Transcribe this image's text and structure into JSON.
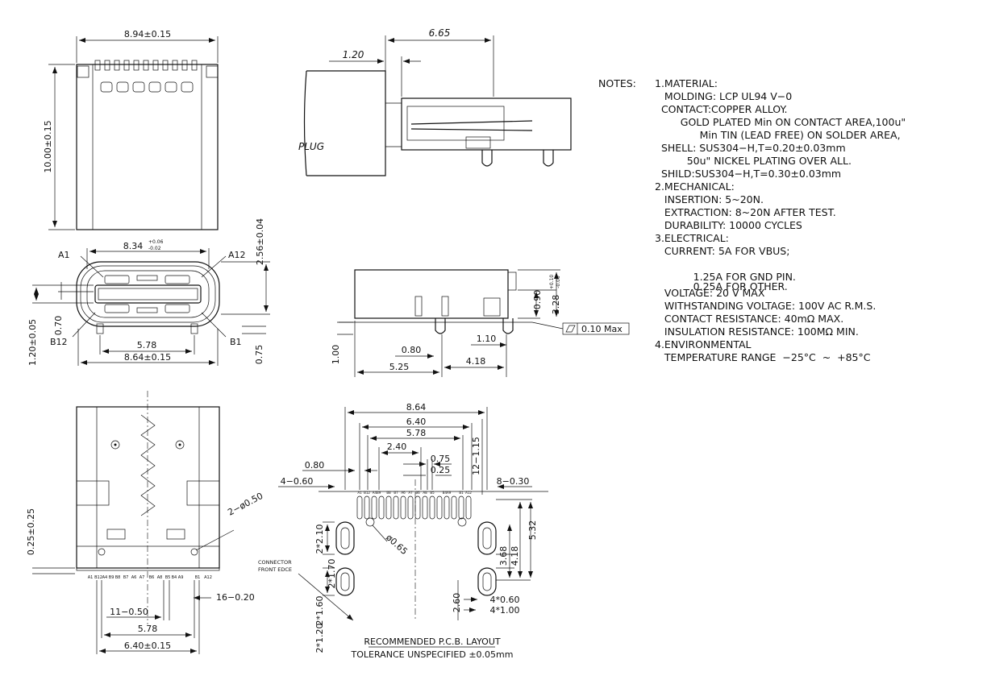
{
  "top_view": {
    "width_dim": "8.94±0.15",
    "height_dim": "10.00±0.15"
  },
  "side_view": {
    "dim_665": "6.65",
    "dim_120": "1.20",
    "plug_label": "PLUG"
  },
  "front_view": {
    "dim_width_tol": "8.34",
    "tol_plus": "+0.06",
    "tol_minus": "-0.02",
    "dim_height": "2.56±0.04",
    "label_a1": "A1",
    "label_a12": "A12",
    "label_b12": "B12",
    "label_b1": "B1",
    "dim_578": "5.78",
    "dim_864": "8.64±0.15",
    "dim_070": "0.70",
    "dim_120_005": "1.20±0.05",
    "dim_075": "0.75"
  },
  "side2_view": {
    "dim_090": "0.90",
    "dim_328": "3.28",
    "tol_plus": "+0.10",
    "tol_minus": "-0.05",
    "flatness": "0.10 Max",
    "dim_110": "1.10",
    "dim_080": "0.80",
    "dim_100": "1.00",
    "dim_525": "5.25",
    "dim_418": "4.18"
  },
  "bottom_view": {
    "dim_025": "0.25±0.25",
    "dim_2_050": "2−ø0.50",
    "dim_16_020": "16−0.20",
    "dim_11_050": "11−0.50",
    "dim_578": "5.78",
    "dim_640": "6.40±0.15",
    "pin_labels": [
      "A1",
      "B12",
      "A4 B9",
      "B8",
      "B7",
      "A6",
      "A7",
      "B6",
      "A8",
      "B5",
      "B4 A9",
      "B1",
      "A12"
    ]
  },
  "pcb_layout": {
    "dim_864": "8.64",
    "dim_640": "6.40",
    "dim_578": "5.78",
    "dim_240": "2.40",
    "dim_075": "0.75",
    "dim_025": "0.25",
    "dim_080": "0.80",
    "dim_4_060": "4−0.60",
    "dim_8_030": "8−0.30",
    "dim_12_115": "12−1.15",
    "dim_2_210": "2*2.10",
    "dim_2_170": "2*1.70",
    "dim_065": "ø0.65",
    "dim_368": "3.68",
    "dim_418": "4.18",
    "dim_532": "5.32",
    "connector_edge_1": "CONNECTOR",
    "connector_edge_2": "FRONT EDCE",
    "dim_2_160": "2*1.60",
    "dim_2_120": "2*1.20",
    "dim_260": "2.60",
    "dim_4_060b": "4*0.60",
    "dim_4_100": "4*1.00",
    "title": "RECOMMENDED  P.C.B.  LAYOUT",
    "tolerance": "TOLERANCE UNSPECIFIED ±0.05mm",
    "pad_labels": [
      "A1",
      "B12",
      "A4B9",
      "B8",
      "B7",
      "A6",
      "A7",
      "B6",
      "A8",
      "B5",
      "B4A9",
      "B1",
      "A12"
    ]
  },
  "notes": {
    "header": "NOTES:",
    "lines": [
      "1.MATERIAL:",
      "   MOLDING: LCP UL94 V−0",
      "  CONTACT:COPPER ALLOY.",
      "        GOLD PLATED Min ON CONTACT AREA,100u\"",
      "              Min TIN (LEAD FREE) ON SOLDER AREA,",
      "  SHELL: SUS304−H,T=0.20±0.03mm",
      "          50u\" NICKEL PLATING OVER ALL.",
      "  SHILD:SUS304−H,T=0.30±0.03mm",
      "2.MECHANICAL:",
      "   INSERTION: 5~20N.",
      "   EXTRACTION: 8~20N AFTER TEST.",
      "   DURABILITY: 10000 CYCLES",
      "3.ELECTRICAL:",
      "   CURRENT: 5A FOR VBUS;",
      "",
      "            1.25A FOR GND PIN.",
      "            0.25A FOR OTHER.",
      "   VOLTAGE: 20 V MAX",
      "   WITHSTANDING VOLTAGE: 100V AC R.M.S.",
      "   CONTACT RESISTANCE: 40mΩ MAX.",
      "   INSULATION RESISTANCE: 100MΩ MIN.",
      "4.ENVIRONMENTAL",
      "   TEMPERATURE RANGE  −25°C  ~  +85°C"
    ]
  }
}
